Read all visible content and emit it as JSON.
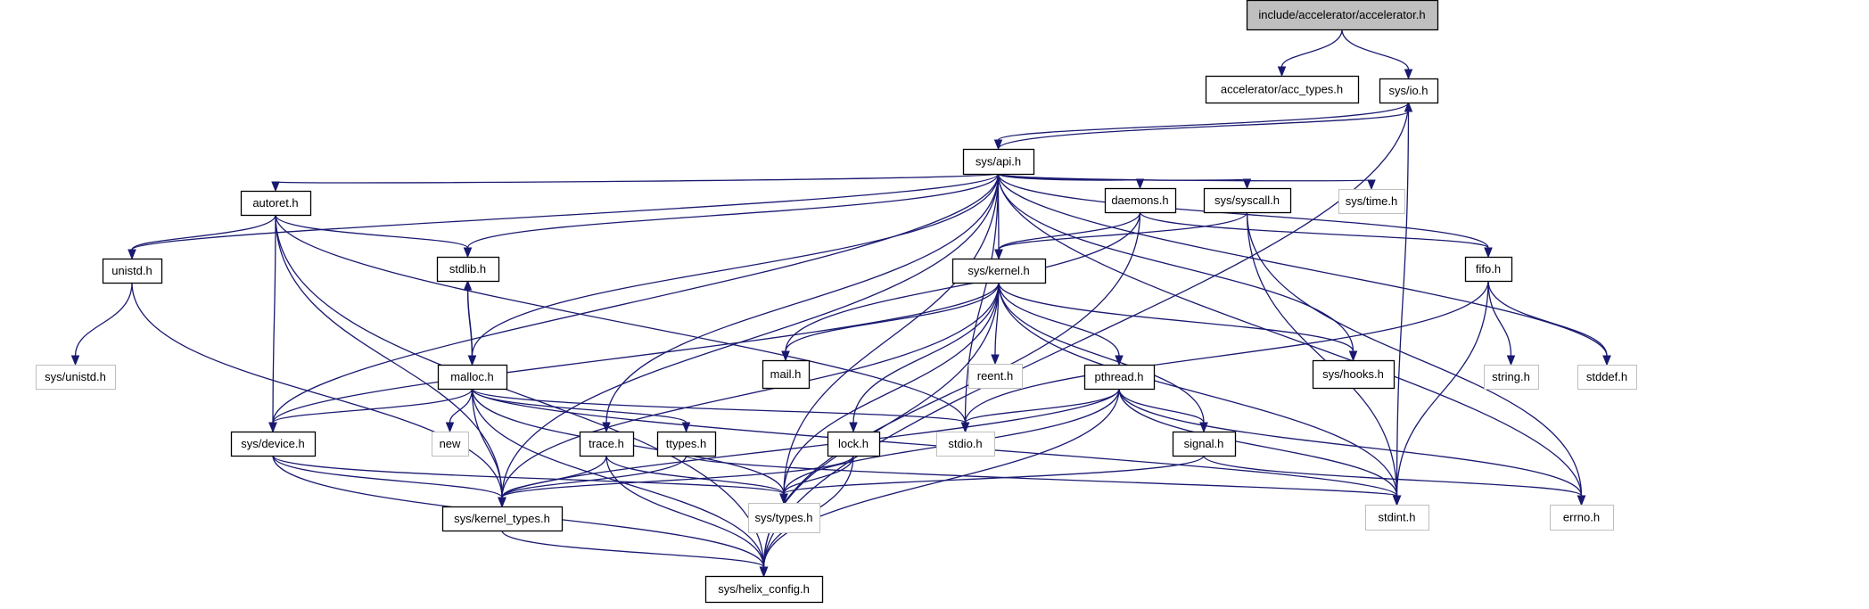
{
  "graph": {
    "nodes": [
      {
        "id": "accelerator",
        "label": "include/accelerator/accelerator.h",
        "kind": "root"
      },
      {
        "id": "acc_types",
        "label": "accelerator/acc_types.h",
        "kind": "internal"
      },
      {
        "id": "sys_io",
        "label": "sys/io.h",
        "kind": "internal"
      },
      {
        "id": "sys_api",
        "label": "sys/api.h",
        "kind": "internal"
      },
      {
        "id": "autoret",
        "label": "autoret.h",
        "kind": "internal"
      },
      {
        "id": "daemons",
        "label": "daemons.h",
        "kind": "internal"
      },
      {
        "id": "sys_syscall",
        "label": "sys/syscall.h",
        "kind": "internal"
      },
      {
        "id": "sys_time",
        "label": "sys/time.h",
        "kind": "external"
      },
      {
        "id": "unistd",
        "label": "unistd.h",
        "kind": "internal"
      },
      {
        "id": "stdlib",
        "label": "stdlib.h",
        "kind": "internal"
      },
      {
        "id": "sys_kernel",
        "label": "sys/kernel.h",
        "kind": "internal"
      },
      {
        "id": "fifo",
        "label": "fifo.h",
        "kind": "internal"
      },
      {
        "id": "sys_unistd",
        "label": "sys/unistd.h",
        "kind": "external"
      },
      {
        "id": "malloc",
        "label": "malloc.h",
        "kind": "internal"
      },
      {
        "id": "mail",
        "label": "mail.h",
        "kind": "internal"
      },
      {
        "id": "reent",
        "label": "reent.h",
        "kind": "external"
      },
      {
        "id": "pthread",
        "label": "pthread.h",
        "kind": "internal"
      },
      {
        "id": "sys_hooks",
        "label": "sys/hooks.h",
        "kind": "internal"
      },
      {
        "id": "string",
        "label": "string.h",
        "kind": "external"
      },
      {
        "id": "stddef",
        "label": "stddef.h",
        "kind": "external"
      },
      {
        "id": "sys_device",
        "label": "sys/device.h",
        "kind": "internal"
      },
      {
        "id": "new",
        "label": "new",
        "kind": "external"
      },
      {
        "id": "trace",
        "label": "trace.h",
        "kind": "internal"
      },
      {
        "id": "ttypes",
        "label": "ttypes.h",
        "kind": "internal"
      },
      {
        "id": "lock",
        "label": "lock.h",
        "kind": "internal"
      },
      {
        "id": "stdio",
        "label": "stdio.h",
        "kind": "external"
      },
      {
        "id": "signal",
        "label": "signal.h",
        "kind": "internal"
      },
      {
        "id": "sys_kernel_types",
        "label": "sys/kernel_types.h",
        "kind": "internal"
      },
      {
        "id": "sys_types",
        "label": "sys/types.h",
        "kind": "external"
      },
      {
        "id": "stdint",
        "label": "stdint.h",
        "kind": "external"
      },
      {
        "id": "errno",
        "label": "errno.h",
        "kind": "external"
      },
      {
        "id": "sys_helix_config",
        "label": "sys/helix_config.h",
        "kind": "internal"
      }
    ],
    "edges": [
      [
        "accelerator",
        "acc_types"
      ],
      [
        "accelerator",
        "sys_io"
      ],
      [
        "sys_io",
        "sys_api"
      ],
      [
        "sys_io",
        "stdint"
      ],
      [
        "sys_io",
        "sys_helix_config"
      ],
      [
        "sys_api",
        "sys_io"
      ],
      [
        "sys_api",
        "autoret"
      ],
      [
        "sys_api",
        "unistd"
      ],
      [
        "sys_api",
        "stdlib"
      ],
      [
        "sys_api",
        "malloc"
      ],
      [
        "sys_api",
        "sys_device"
      ],
      [
        "sys_api",
        "sys_kernel_types"
      ],
      [
        "sys_api",
        "trace"
      ],
      [
        "sys_api",
        "sys_types"
      ],
      [
        "sys_api",
        "stdio"
      ],
      [
        "sys_api",
        "sys_kernel"
      ],
      [
        "sys_api",
        "daemons"
      ],
      [
        "sys_api",
        "sys_syscall"
      ],
      [
        "sys_api",
        "sys_time"
      ],
      [
        "sys_api",
        "sys_hooks"
      ],
      [
        "sys_api",
        "fifo"
      ],
      [
        "sys_api",
        "stddef"
      ],
      [
        "sys_api",
        "errno"
      ],
      [
        "autoret",
        "unistd"
      ],
      [
        "autoret",
        "stdlib"
      ],
      [
        "autoret",
        "sys_device"
      ],
      [
        "autoret",
        "sys_kernel_types"
      ],
      [
        "autoret",
        "stdio"
      ],
      [
        "autoret",
        "sys_helix_config"
      ],
      [
        "unistd",
        "sys_unistd"
      ],
      [
        "unistd",
        "sys_kernel_types"
      ],
      [
        "stdlib",
        "malloc"
      ],
      [
        "malloc",
        "stdlib"
      ],
      [
        "malloc",
        "sys_device"
      ],
      [
        "malloc",
        "new"
      ],
      [
        "malloc",
        "ttypes"
      ],
      [
        "malloc",
        "sys_types"
      ],
      [
        "malloc",
        "stdio"
      ],
      [
        "malloc",
        "sys_kernel_types"
      ],
      [
        "malloc",
        "sys_helix_config"
      ],
      [
        "malloc",
        "stdint"
      ],
      [
        "daemons",
        "sys_kernel"
      ],
      [
        "daemons",
        "mail"
      ],
      [
        "daemons",
        "fifo"
      ],
      [
        "daemons",
        "sys_helix_config"
      ],
      [
        "sys_syscall",
        "sys_kernel"
      ],
      [
        "sys_syscall",
        "stdint"
      ],
      [
        "sys_syscall",
        "errno"
      ],
      [
        "sys_kernel",
        "mail"
      ],
      [
        "sys_kernel",
        "reent"
      ],
      [
        "sys_kernel",
        "pthread"
      ],
      [
        "sys_kernel",
        "sys_hooks"
      ],
      [
        "sys_kernel",
        "lock"
      ],
      [
        "sys_kernel",
        "sys_device"
      ],
      [
        "sys_kernel",
        "sys_kernel_types"
      ],
      [
        "sys_kernel",
        "sys_types"
      ],
      [
        "sys_kernel",
        "stdint"
      ],
      [
        "sys_kernel",
        "signal"
      ],
      [
        "sys_kernel",
        "sys_helix_config"
      ],
      [
        "fifo",
        "string"
      ],
      [
        "fifo",
        "stddef"
      ],
      [
        "fifo",
        "stdint"
      ],
      [
        "fifo",
        "stdio"
      ],
      [
        "pthread",
        "signal"
      ],
      [
        "pthread",
        "stdio"
      ],
      [
        "pthread",
        "sys_types"
      ],
      [
        "pthread",
        "stdint"
      ],
      [
        "pthread",
        "errno"
      ],
      [
        "pthread",
        "sys_kernel_types"
      ],
      [
        "pthread",
        "sys_helix_config"
      ],
      [
        "signal",
        "sys_types"
      ],
      [
        "signal",
        "errno"
      ],
      [
        "sys_device",
        "sys_kernel_types"
      ],
      [
        "sys_device",
        "sys_types"
      ],
      [
        "sys_device",
        "sys_helix_config"
      ],
      [
        "trace",
        "sys_kernel_types"
      ],
      [
        "trace",
        "sys_types"
      ],
      [
        "trace",
        "sys_helix_config"
      ],
      [
        "ttypes",
        "sys_kernel_types"
      ],
      [
        "ttypes",
        "stdint"
      ],
      [
        "lock",
        "sys_kernel_types"
      ],
      [
        "lock",
        "sys_types"
      ],
      [
        "lock",
        "sys_helix_config"
      ],
      [
        "sys_kernel_types",
        "sys_helix_config"
      ]
    ]
  }
}
